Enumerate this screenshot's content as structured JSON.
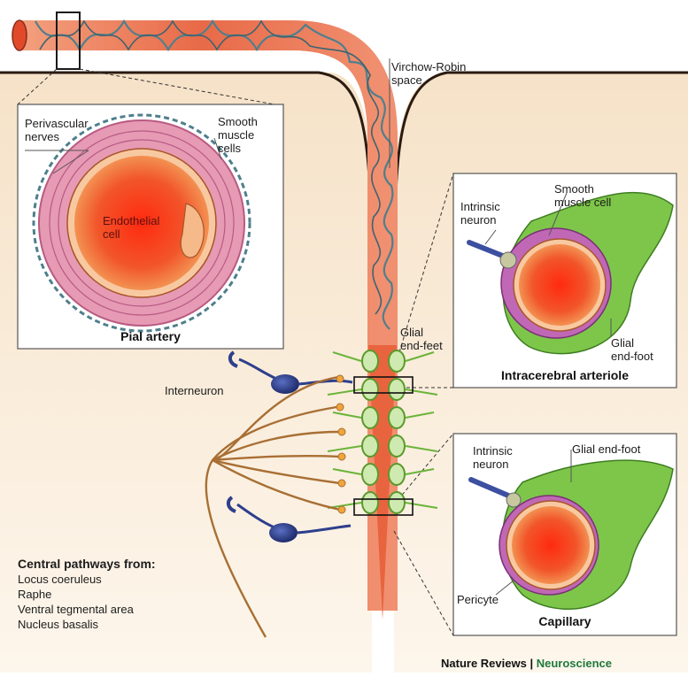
{
  "labels": {
    "virchow_robin": [
      "Virchow-Robin",
      "space"
    ],
    "perivascular_nerves": [
      "Perivascular",
      "nerves"
    ],
    "smooth_muscle_cells": [
      "Smooth",
      "muscle",
      "cells"
    ],
    "endothelial_cell": [
      "Endothelial",
      "cell"
    ],
    "pial_artery": "Pial artery",
    "intrinsic_neuron_1": [
      "Intrinsic",
      "neuron"
    ],
    "smooth_muscle_cell": [
      "Smooth",
      "muscle cell"
    ],
    "glial_end_foot_1": [
      "Glial",
      "end-foot"
    ],
    "intracerebral_arteriole": "Intracerebral arteriole",
    "glial_end_feet": [
      "Glial",
      "end-feet"
    ],
    "interneuron": "Interneuron",
    "intrinsic_neuron_2": [
      "Intrinsic",
      "neuron"
    ],
    "glial_end_foot_2": "Glial end-foot",
    "pericyte": "Pericyte",
    "capillary": "Capillary"
  },
  "pathways": {
    "heading": "Central pathways from:",
    "items": [
      "Locus coeruleus",
      "Raphe",
      "Ventral tegmental area",
      "Nucleus basalis"
    ]
  },
  "credit": {
    "journal": "Nature Reviews",
    "separator": "|",
    "section": "Neuroscience"
  },
  "colors": {
    "brain_tissue": "#fbeedc",
    "artery": "#e8735a",
    "lumen": "#e83a1c",
    "smooth_muscle": "#e69ab4",
    "glia": "#7dc64a",
    "neuron": "#2e3f8c",
    "nerve_fiber": "#a86f34",
    "accent_green": "#1f7a3a"
  }
}
